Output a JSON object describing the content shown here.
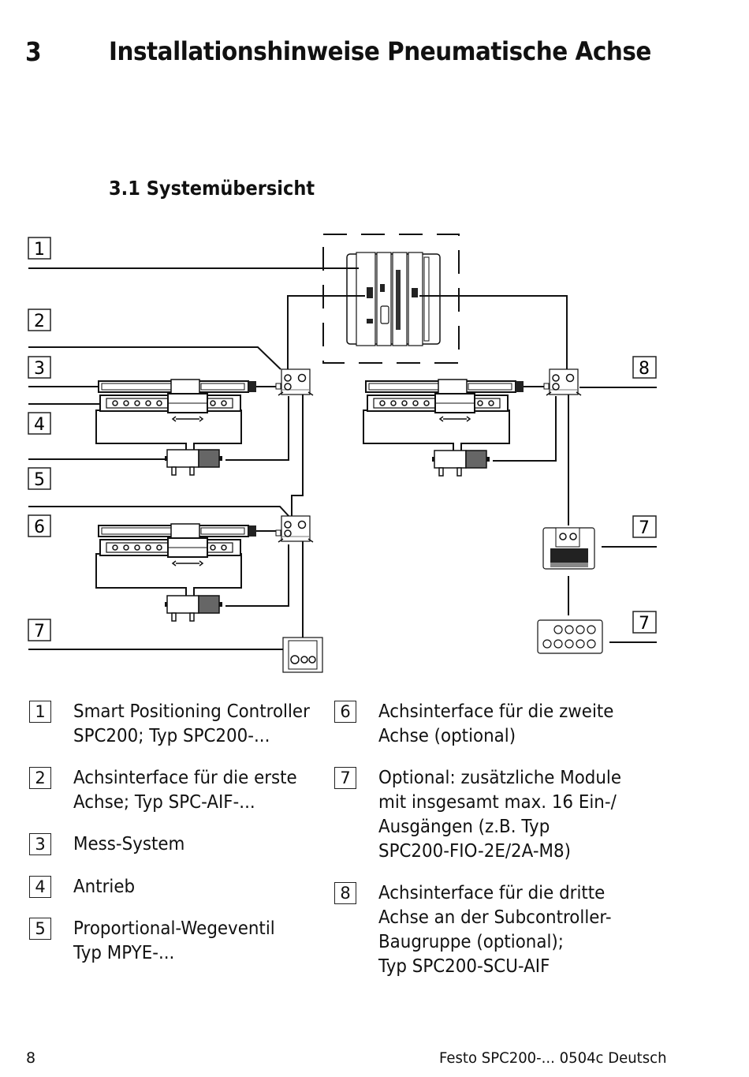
{
  "header": {
    "chapter_number": "3",
    "chapter_title": "Installationshinweise Pneumatische Achse",
    "section_title": "3.1 Systemübersicht"
  },
  "diagram": {
    "callouts": [
      "1",
      "2",
      "3",
      "4",
      "5",
      "6",
      "7",
      "8",
      "7",
      "7"
    ],
    "components": [
      "smart-positioning-controller",
      "axis-interface-1",
      "axis-interface-2",
      "axis-interface-3",
      "drive-1",
      "drive-2",
      "drive-3",
      "proportional-valve-1",
      "proportional-valve-2",
      "proportional-valve-3",
      "io-module-1",
      "io-module-2",
      "io-module-3"
    ]
  },
  "legend": [
    {
      "num": "1",
      "text": "Smart Positioning Controller\nSPC200; Typ SPC200-..."
    },
    {
      "num": "2",
      "text": "Achsinterface für die erste\nAchse; Typ SPC-AIF-..."
    },
    {
      "num": "3",
      "text": "Mess-System"
    },
    {
      "num": "4",
      "text": "Antrieb"
    },
    {
      "num": "5",
      "text": "Proportional-Wegeventil\nTyp MPYE-..."
    },
    {
      "num": "6",
      "text": "Achsinterface für die zweite\nAchse (optional)"
    },
    {
      "num": "7",
      "text": "Optional: zusätzliche Module\nmit insgesamt max. 16 Ein-/\nAusgängen (z.B. Typ\nSPC200-FIO-2E/2A-M8)"
    },
    {
      "num": "8",
      "text": "Achsinterface für die dritte\nAchse an der Subcontroller-\nBaugruppe (optional);\nTyp SPC200-SCU-AIF"
    }
  ],
  "footer": {
    "page_number": "8",
    "document": "Festo SPC200-... 0504c Deutsch"
  }
}
